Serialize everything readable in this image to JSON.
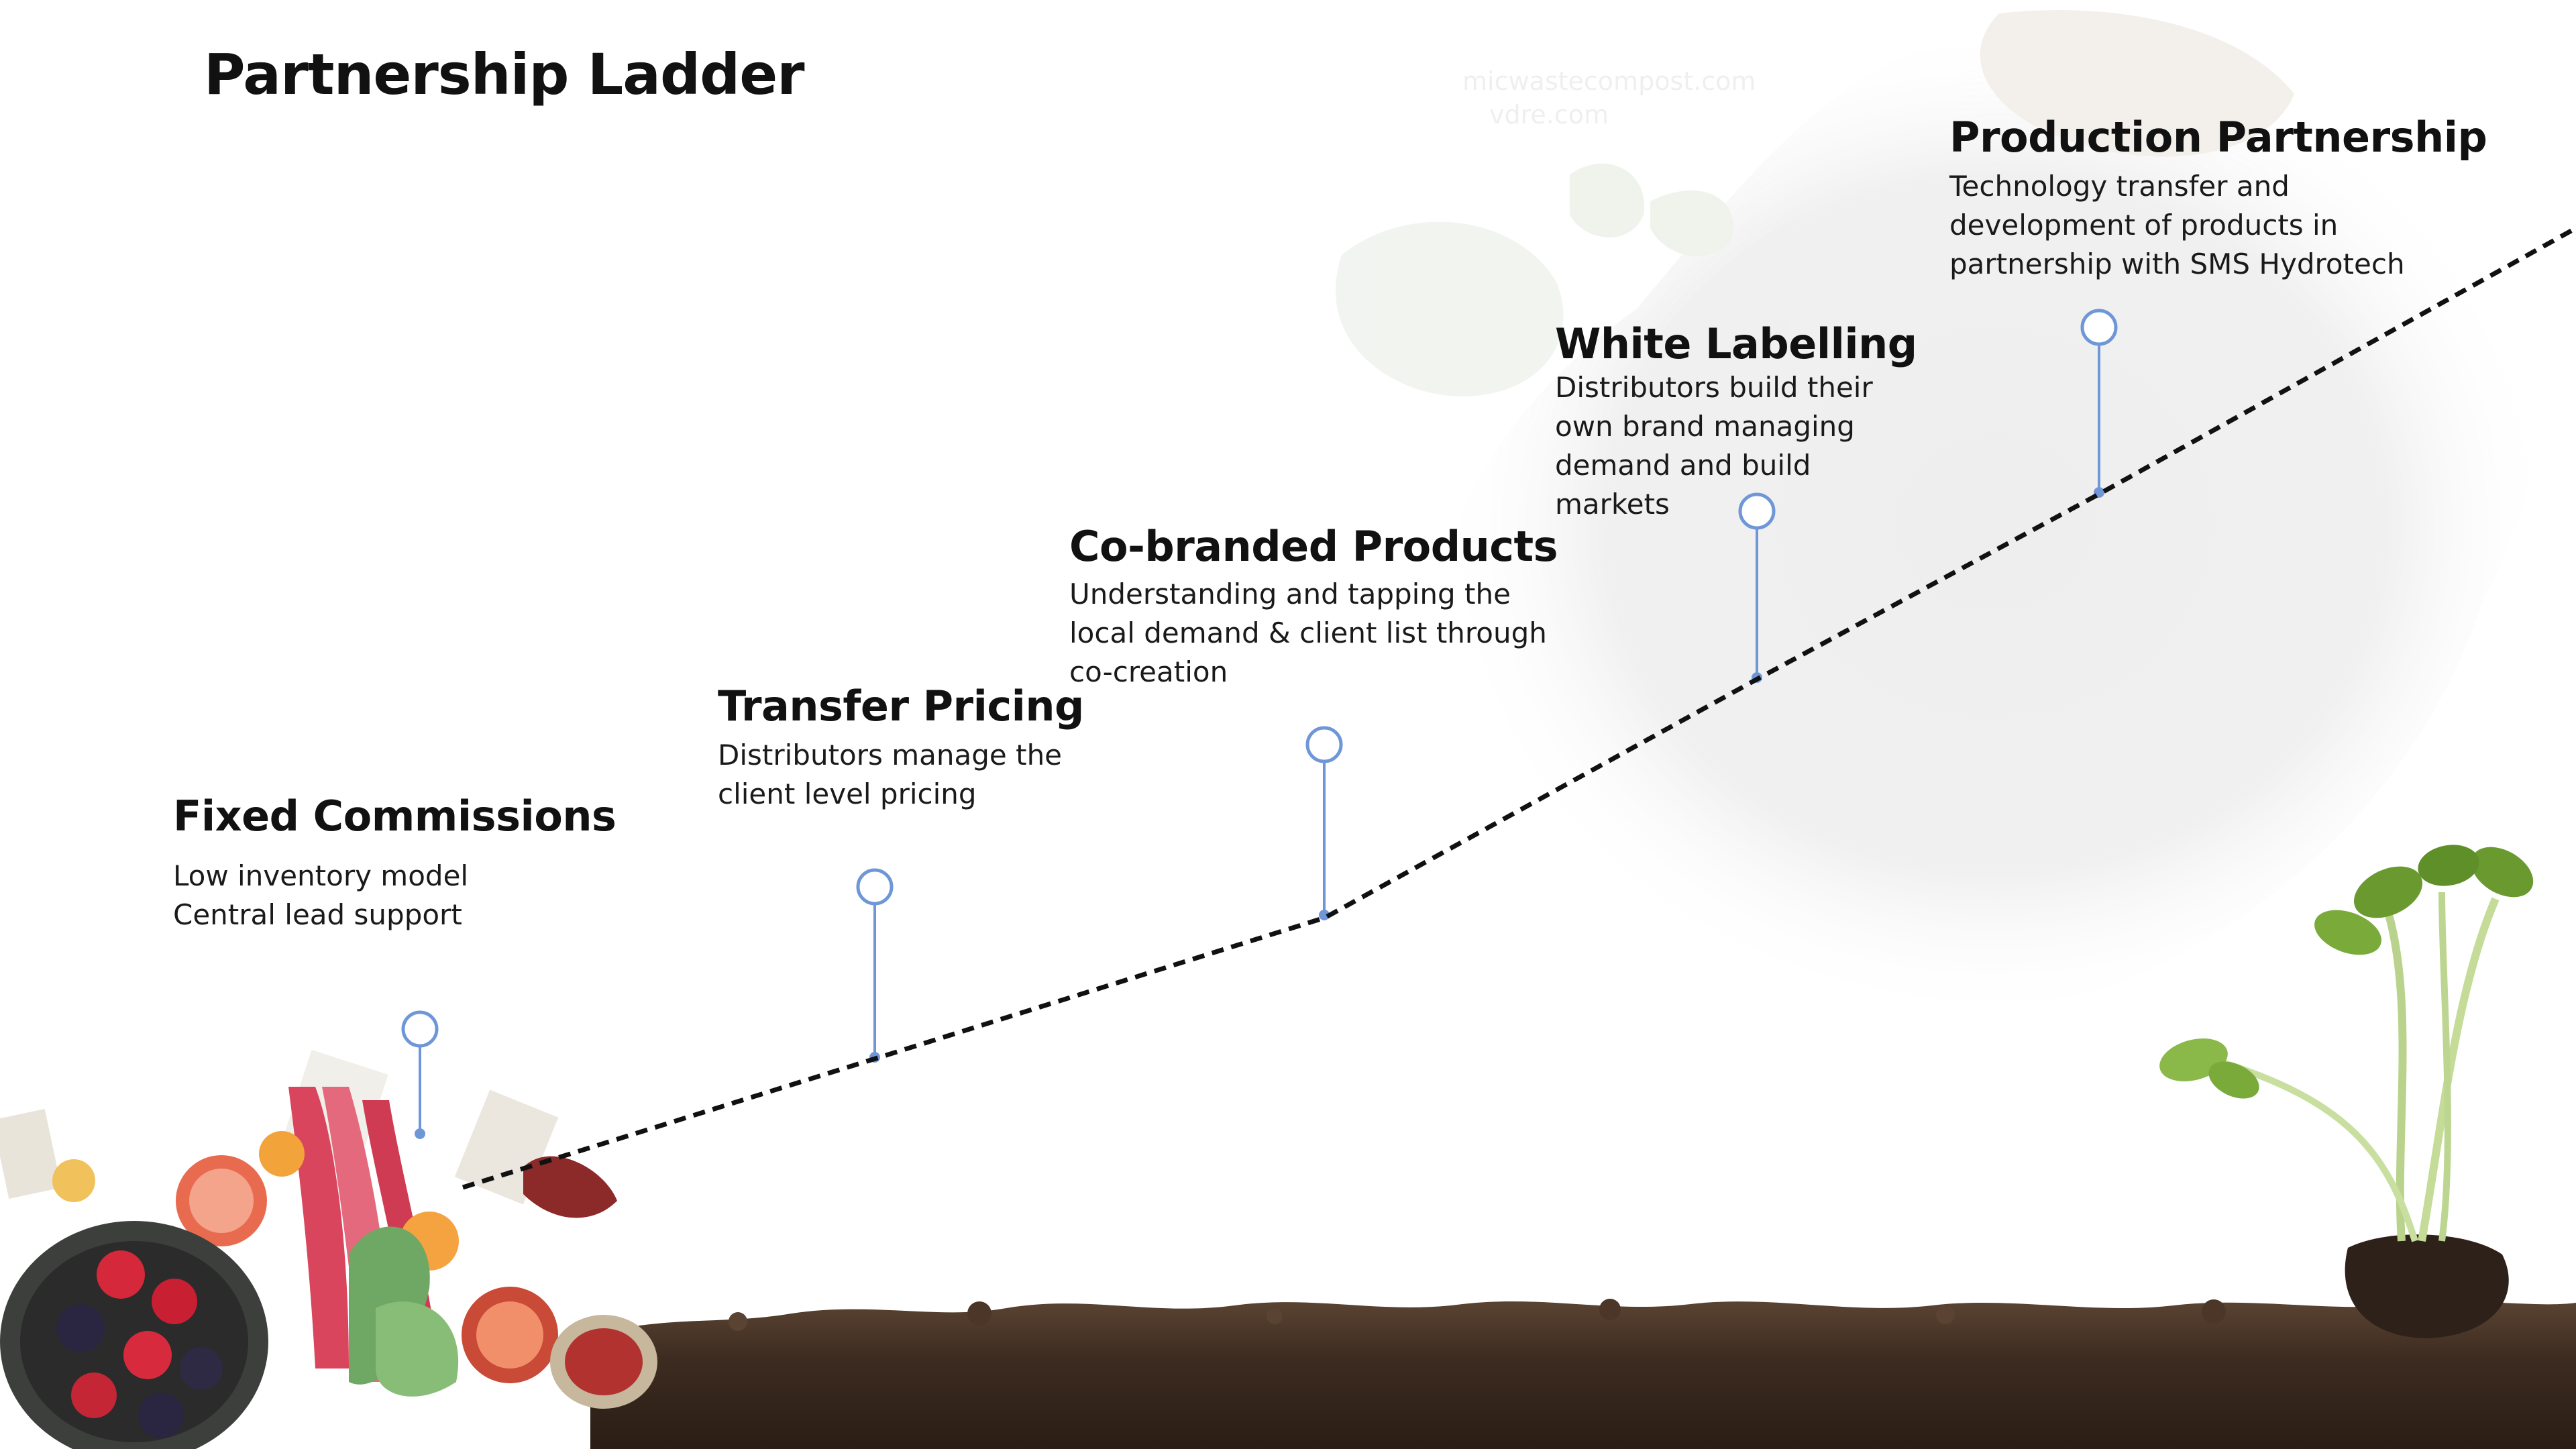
{
  "slide": {
    "title": "Partnership Ladder",
    "watermark": [
      "micwastecompost.com",
      "vdre.com"
    ]
  },
  "steps": [
    {
      "title": "Fixed Commissions",
      "description": "Low inventory model\nCentral lead support"
    },
    {
      "title": "Transfer Pricing",
      "description": "Distributors manage the\nclient level pricing"
    },
    {
      "title": "Co-branded Products",
      "description": "Understanding and tapping the\nlocal demand & client list through\nco-creation"
    },
    {
      "title": "White Labelling",
      "description": "Distributors build their\nown brand managing\ndemand and build\nmarkets"
    },
    {
      "title": "Production Partnership",
      "description": "Technology transfer and\ndevelopment of products in\npartnership with SMS Hydrotech"
    }
  ],
  "colors": {
    "marker": "#6f97d8",
    "path": "#111111",
    "soil": "#3a2a1f"
  },
  "icons": [
    "fruit-basket-image",
    "seedling-image",
    "soil-image",
    "compost-background-image"
  ]
}
